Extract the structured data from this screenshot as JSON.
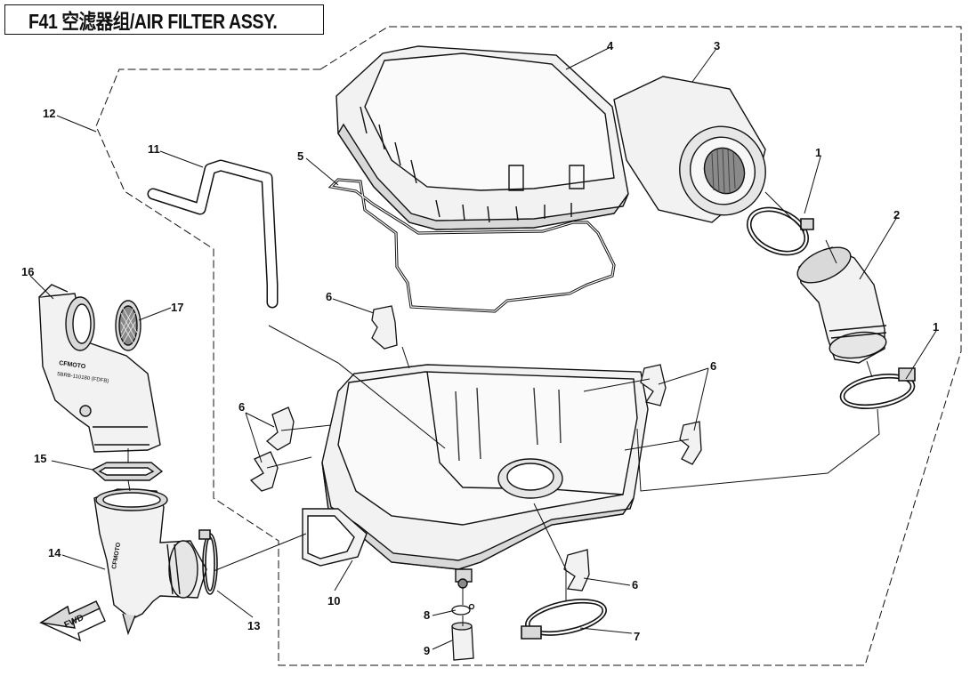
{
  "title": "F41 空滤器组/AIR FILTER ASSY.",
  "callouts": {
    "c1a": "1",
    "c1b": "1",
    "c2": "2",
    "c3": "3",
    "c4": "4",
    "c5": "5",
    "c6a": "6",
    "c6b": "6",
    "c6c": "6",
    "c6d": "6",
    "c7": "7",
    "c8": "8",
    "c9": "9",
    "c10": "10",
    "c11": "11",
    "c12": "12",
    "c13": "13",
    "c14": "14",
    "c15": "15",
    "c16": "16",
    "c17": "17"
  },
  "part_text": {
    "brand_16": "CFMOTO",
    "code_16": "5BRB-110180 (FDFB)",
    "brand_14": "CFMOTO",
    "fwd": "FWD"
  },
  "colors": {
    "line": "#111111",
    "fill_light": "#f2f2f2",
    "fill_mid": "#d9d9d9",
    "fill_dark": "#8a8a8a"
  }
}
